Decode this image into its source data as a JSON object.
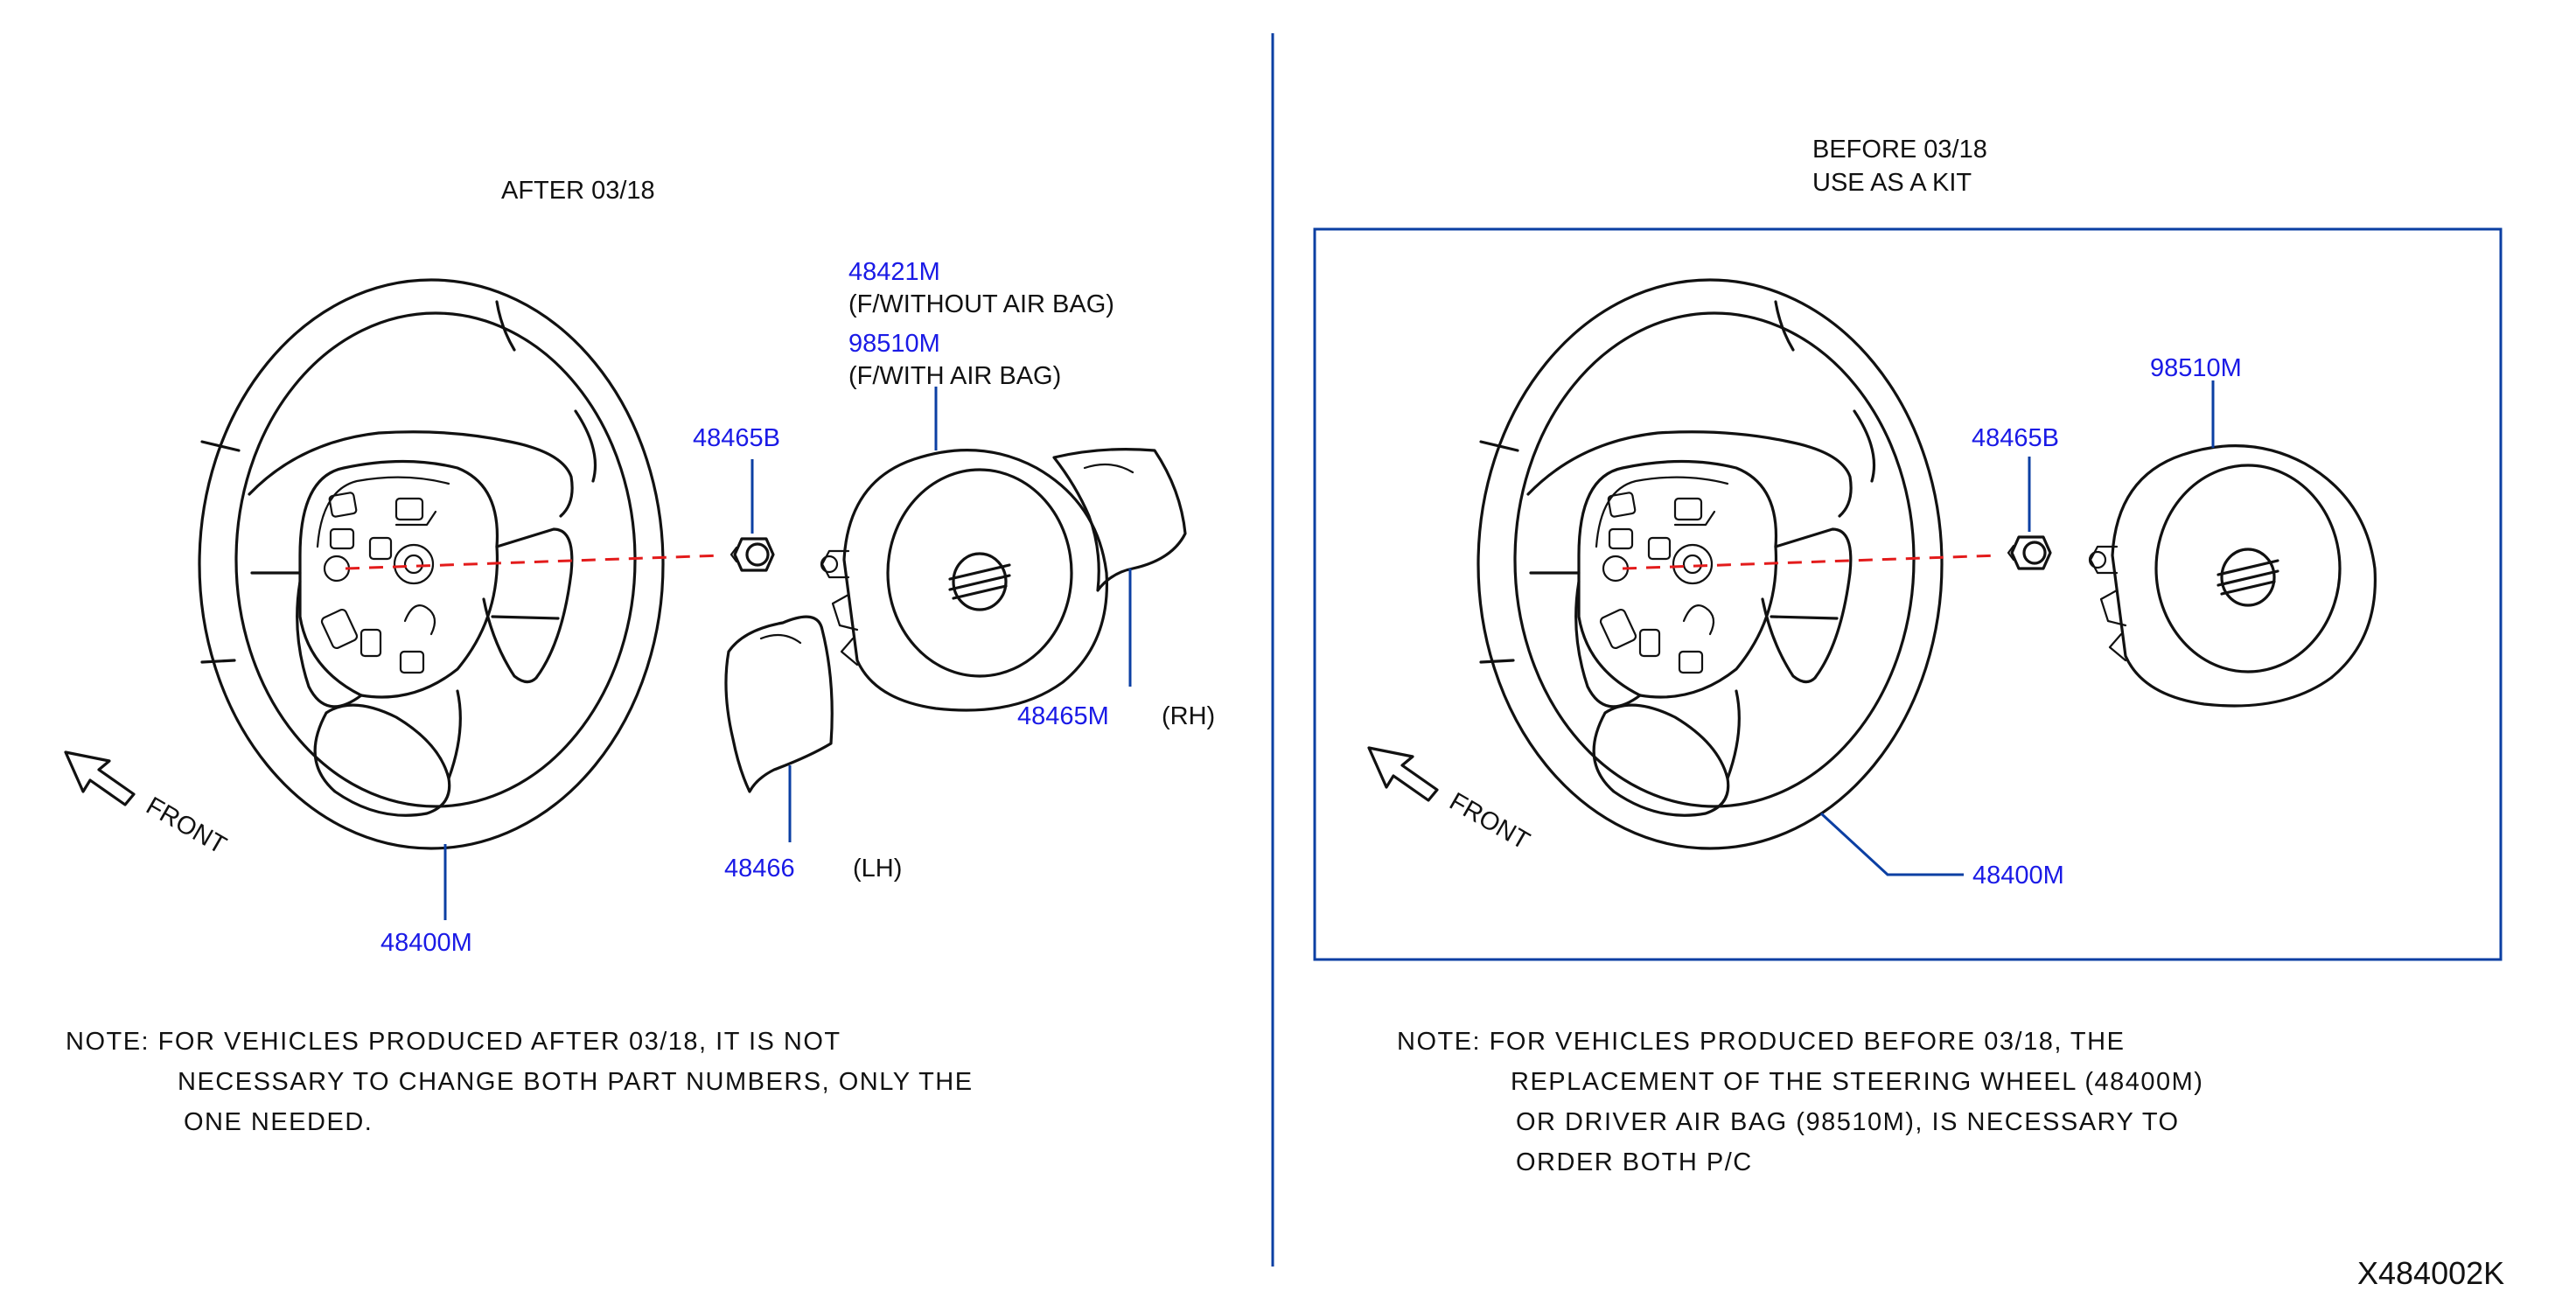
{
  "left": {
    "heading": "AFTER  03/18",
    "front_label": "FRONT",
    "parts": {
      "nut": "48465B",
      "pad_without_airbag": "48421M",
      "pad_without_airbag_note": "(F/WITHOUT  AIR  BAG)",
      "airbag": "98510M",
      "airbag_note": "(F/WITH  AIR  BAG)",
      "cover_rh": "48465M",
      "cover_rh_side": "(RH)",
      "cover_lh": "48466",
      "cover_lh_side": "(LH)",
      "wheel": "48400M"
    },
    "note_lines": [
      "NOTE:  FOR  VEHICLES  PRODUCED  AFTER  03/18,  IT  IS  NOT",
      "NECESSARY  TO  CHANGE  BOTH  PART  NUMBERS,  ONLY  THE",
      "ONE  NEEDED."
    ]
  },
  "right": {
    "heading_line1": "BEFORE  03/18",
    "heading_line2": "USE  AS  A  KIT",
    "front_label": "FRONT",
    "parts": {
      "nut": "48465B",
      "airbag": "98510M",
      "wheel": "48400M"
    },
    "note_lines": [
      "NOTE:  FOR  VEHICLES     PRODUCED     BEFORE     03/18,  THE",
      "REPLACEMENT  OF  THE  STEERING  WHEEL  (48400M)",
      "OR  DRIVER  AIR  BAG  (98510M),  IS  NECESSARY  TO",
      "ORDER  BOTH  P/C"
    ]
  },
  "diagram_code": "X484002K",
  "colors": {
    "part_number": "#1a1ae6",
    "frame": "#0b3fa3",
    "centerline": "#e31b1b",
    "ink": "#111111"
  }
}
